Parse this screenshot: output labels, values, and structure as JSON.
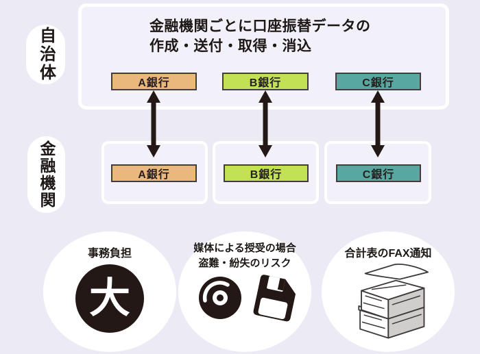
{
  "palette": {
    "background": "#ecebf5",
    "panel_fill": "#f2f1f9",
    "panel_stroke": "#ffffff",
    "ink": "#231815",
    "bank_border": "#433c3c",
    "paper_side_gray": "#d0cdcd"
  },
  "lanes": {
    "top": {
      "label": "自治体"
    },
    "bottom": {
      "label": "金融機関"
    }
  },
  "process": {
    "title_line1": "金融機関ごとに口座振替データの",
    "title_line2": "作成・送付・取得・消込"
  },
  "banks": [
    {
      "label": "A銀行",
      "color": "#eab77c"
    },
    {
      "label": "B銀行",
      "color": "#c3e155"
    },
    {
      "label": "C銀行",
      "color": "#58a8a1"
    }
  ],
  "issues": {
    "workload": {
      "title": "事務負担",
      "badge_text": "大",
      "icon": "dai-badge-icon"
    },
    "media": {
      "line1": "媒体による授受の場合",
      "line2": "盗難・紛失のリスク",
      "icons": [
        "cd-disc-icon",
        "floppy-disk-icon"
      ]
    },
    "fax": {
      "title": "合計表のFAX通知",
      "icon": "paper-stack-icon"
    }
  }
}
